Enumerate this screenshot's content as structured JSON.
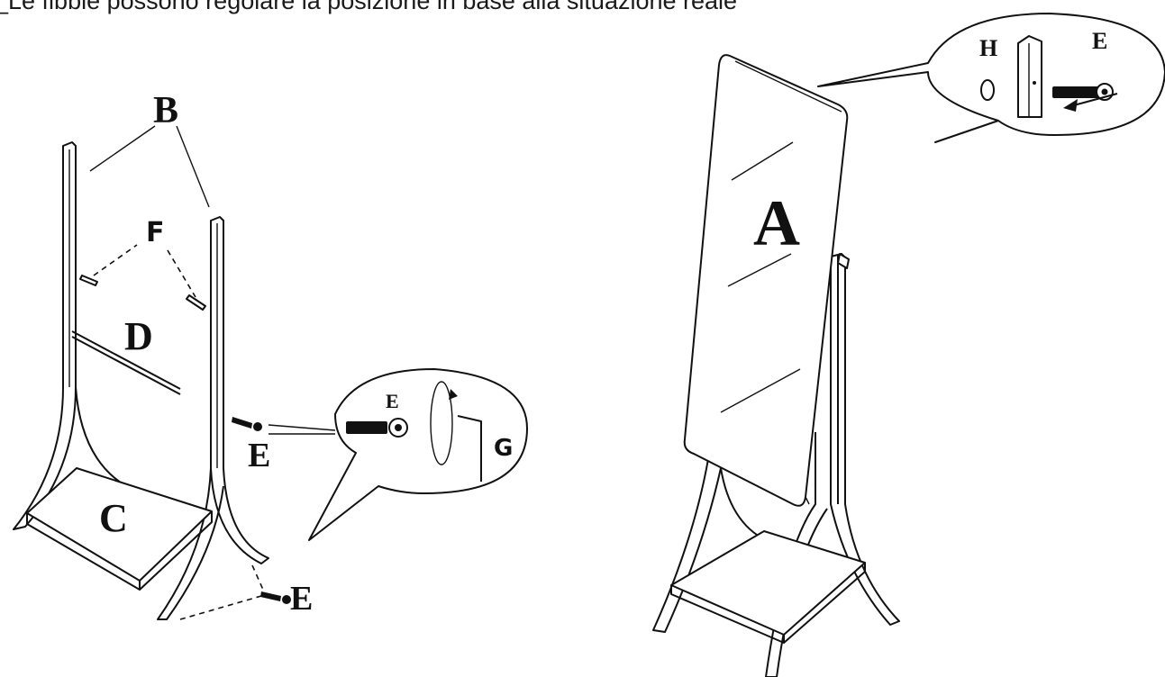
{
  "caption": "_Le fibbie possono regolare la posizione in base alla situazione reale",
  "labels": {
    "A": "A",
    "B": "B",
    "C": "C",
    "D": "D",
    "E_top_inset": "E",
    "E_side": "E",
    "E_bottom": "E",
    "E_right_inset": "E",
    "F": "F",
    "G": "G",
    "H": "H"
  },
  "colors": {
    "ink": "#111111",
    "paper": "#ffffff"
  }
}
